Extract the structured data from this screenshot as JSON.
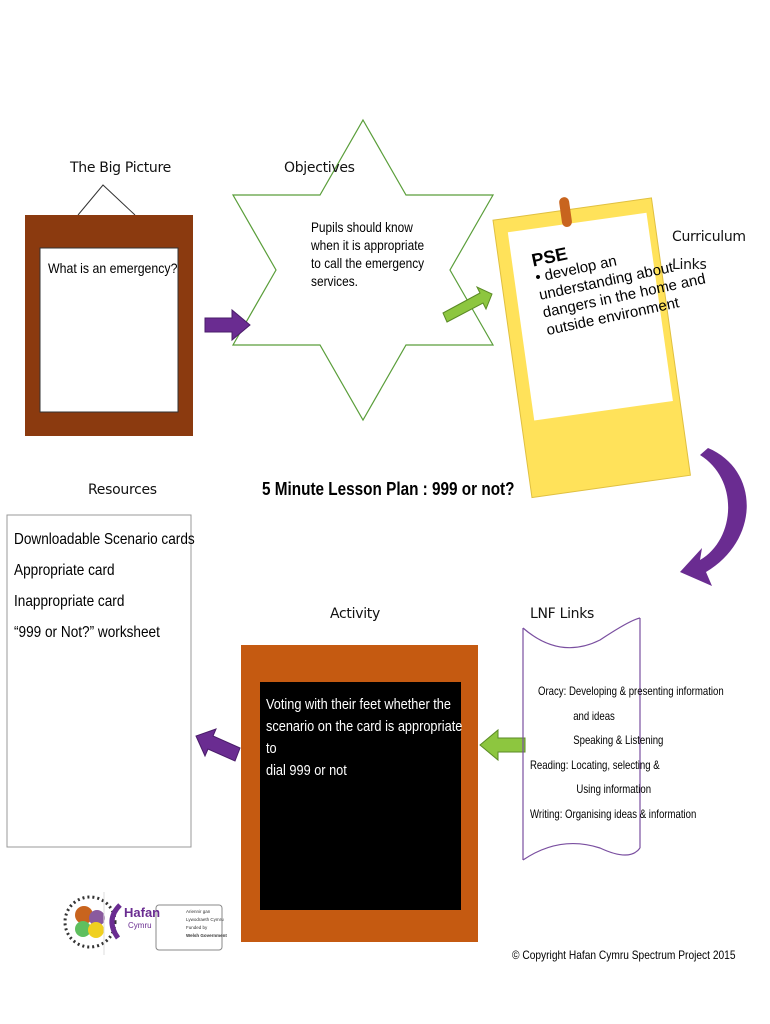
{
  "title": "5 Minute Lesson Plan : 999 or not?",
  "big_picture": {
    "heading": "The Big Picture",
    "text": "What is an emergency?"
  },
  "objectives": {
    "heading": "Objectives",
    "lines": [
      "Pupils should know",
      "when it is appropriate",
      "to call the emergency",
      "services."
    ]
  },
  "curriculum": {
    "heading_lines": [
      "Curriculum",
      "Links"
    ],
    "subject": "PSE",
    "lines": [
      "• develop an",
      "understanding about",
      "dangers in the home and",
      "outside environment"
    ]
  },
  "resources": {
    "heading": "Resources",
    "items": [
      "Downloadable Scenario cards",
      "Appropriate card",
      "Inappropriate card",
      "“999 or Not?” worksheet"
    ]
  },
  "activity": {
    "heading": "Activity",
    "lines": [
      "Voting with their feet whether the",
      "scenario on the card is appropriate to",
      "dial 999 or not"
    ]
  },
  "lnf": {
    "heading": "LNF Links",
    "lines": [
      "Oracy:  Developing & presenting information",
      "and ideas",
      "Speaking & Listening",
      "Reading: Locating, selecting &",
      "Using information",
      "Writing: Organising ideas & information"
    ]
  },
  "logos": {
    "spectrum": "SPECTRWM SPECTRUM",
    "hafan": "Hafan",
    "cymru": "Cymru",
    "welsh_gov": [
      "Ariennir gan",
      "Lywodraeth Cymru",
      "Funded by",
      "Welsh Government"
    ]
  },
  "copyright": "© Copyright Hafan Cymru Spectrum Project 2015",
  "colors": {
    "frame_brown": "#8B3A0F",
    "frame_orange": "#C55A11",
    "arrow_purple": "#6A2C91",
    "arrow_green": "#8DC63F",
    "note_yellow": "#FFE25A"
  }
}
